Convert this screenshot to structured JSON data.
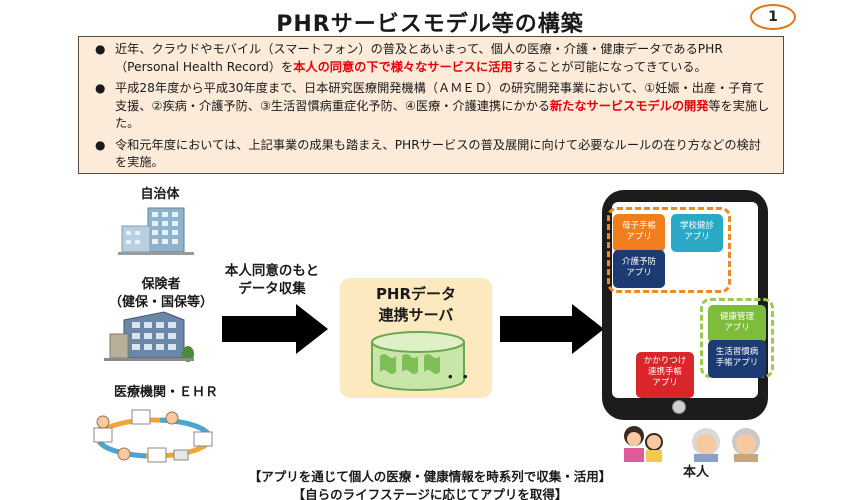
{
  "header": {
    "title": "PHRサービスモデル等の構築",
    "page_number": "1"
  },
  "summary": {
    "bullet_glyph": "●",
    "b1_pre": "近年、クラウドやモバイル（スマートフォン）の普及とあいまって、個人の医療・介護・健康データであるPHR（Personal Health Record）を",
    "b1_em": "本人の同意の下で様々なサービスに活用",
    "b1_post": "することが可能になってきている。",
    "b2_pre": "平成28年度から平成30年度まで、日本研究医療開発機構（ＡＭＥＤ）の研究開発事業において、①妊娠・出産・子育て支援、②疾病・介護予防、③生活習慣病重症化予防、④医療・介護連携にかかる",
    "b2_em": "新たなサービスモデルの開発",
    "b2_post": "等を実施した。",
    "b3": "令和元年度においては、上記事業の成果も踏まえ、PHRサービスの普及展開に向けて必要なルールの在り方などの検討を実施。"
  },
  "sources": {
    "municipality": "自治体",
    "insurer_line1": "保険者",
    "insurer_line2": "（健保・国保等）",
    "medical": "医療機関・ＥＨＲ"
  },
  "consent": {
    "line1": "本人同意のもと",
    "line2": "データ収集"
  },
  "server": {
    "line1": "PHRデータ",
    "line2": "連携サーバ",
    "dots": "．．"
  },
  "apps": {
    "maternal": [
      "母子手帳",
      "アプリ"
    ],
    "school": [
      "学校健診",
      "アプリ"
    ],
    "care_prevention": [
      "介護予防",
      "アプリ"
    ],
    "health_mgmt": [
      "健康管理",
      "アプリ"
    ],
    "lifestyle": [
      "生活習慣病",
      "手帳アプリ"
    ],
    "family_doctor": [
      "かかりつけ",
      "連携手帳",
      "アプリ"
    ]
  },
  "person_label": "本人",
  "footer": {
    "line1": "【アプリを通じて個人の医療・健康情報を時系列で収集・活用】",
    "line2": "【自らのライフステージに応じてアプリを取得】"
  },
  "colors": {
    "accent_red": "#e8000b",
    "box_bg": "#fcebd9",
    "server_bg": "#fde9bf",
    "app_orange": "#f07e1c",
    "app_teal": "#2aa9c7",
    "app_navy": "#1d3b73",
    "app_green": "#7dbd3b",
    "app_red": "#d9262c"
  }
}
